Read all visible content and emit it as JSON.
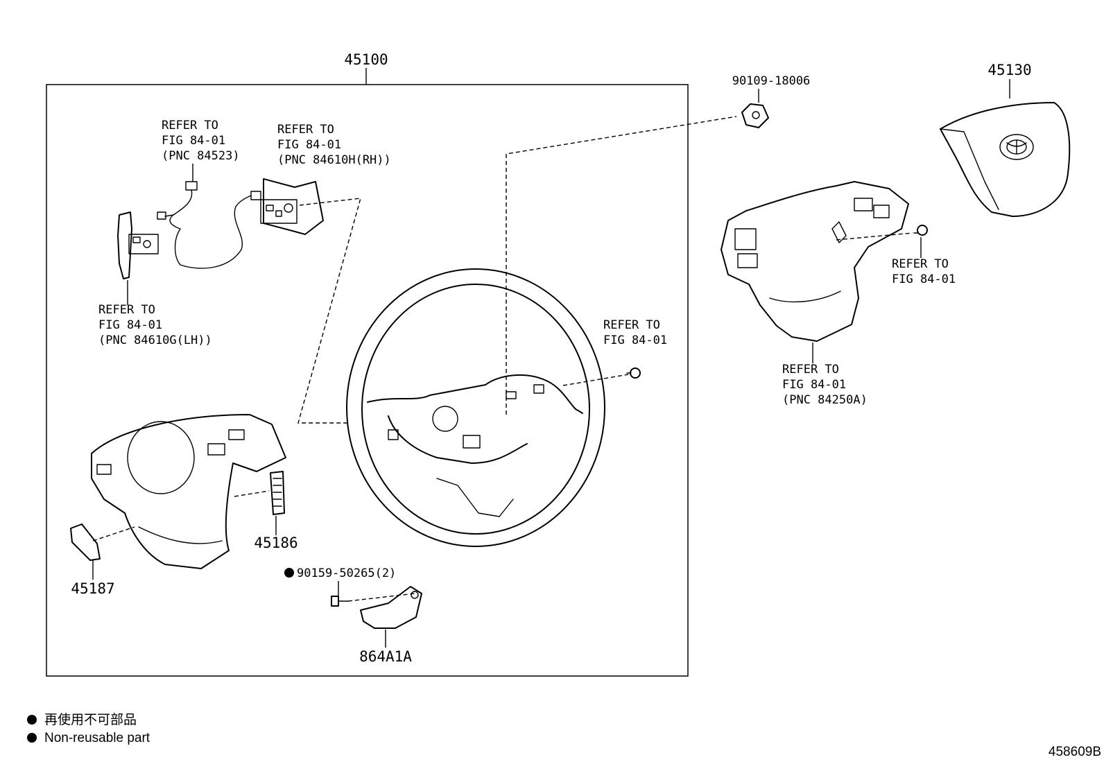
{
  "assembly": {
    "number": "45100"
  },
  "fastener_top": {
    "number": "90109-18006"
  },
  "airbag": {
    "number": "45130"
  },
  "callouts": {
    "harness": [
      "REFER TO",
      "FIG 84-01",
      "(PNC 84523)"
    ],
    "switch_rh": [
      "REFER TO",
      "FIG 84-01",
      "(PNC 84610H(RH))"
    ],
    "switch_lh": [
      "REFER TO",
      "FIG 84-01",
      "(PNC 84610G(LH))"
    ],
    "screw_center": [
      "REFER TO",
      "FIG 84-01"
    ],
    "screw_right": [
      "REFER TO",
      "FIG 84-01"
    ],
    "cover": [
      "REFER TO",
      "FIG 84-01",
      "(PNC 84250A)"
    ]
  },
  "parts": {
    "p45186": "45186",
    "p45187": "45187",
    "bolt": "90159-50265(2)",
    "bolt_marker": "●",
    "p864A1A": "864A1A"
  },
  "legend": {
    "marker": "●",
    "line_jp": "再使用不可部品",
    "line_en": "Non-reusable part"
  },
  "illustration_id": "458609B",
  "icons": [
    "toyota-emblem-icon",
    "non-reusable-bullet-icon"
  ]
}
